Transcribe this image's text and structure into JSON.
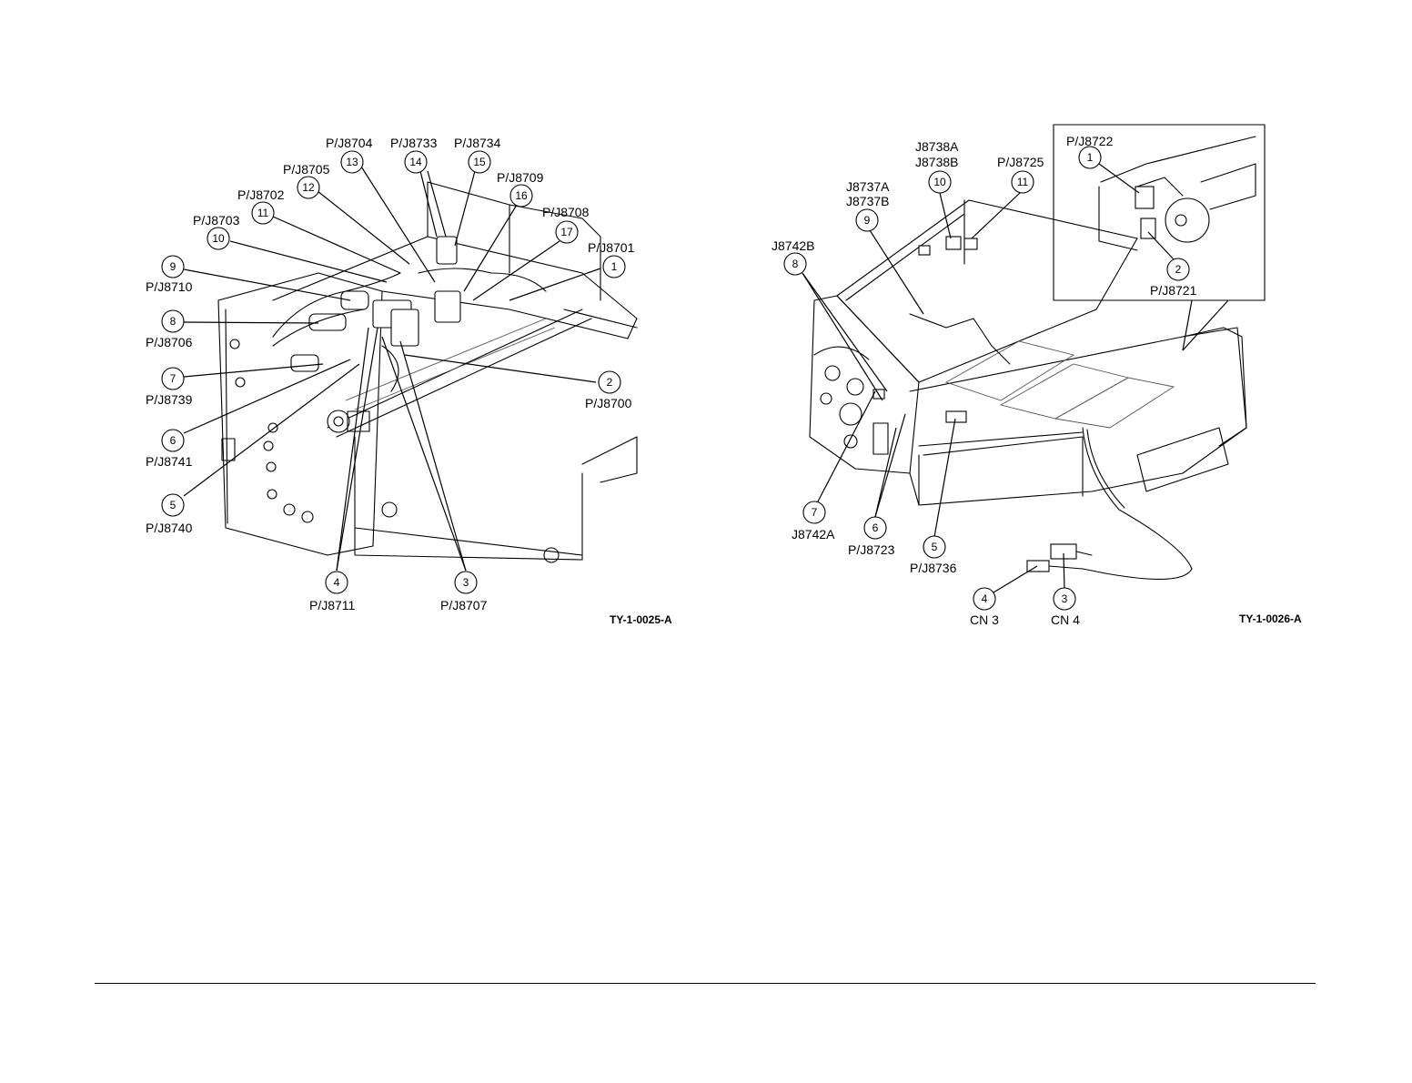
{
  "figures": [
    {
      "id": "TY-1-0025-A",
      "callouts": [
        {
          "num": "1",
          "label": "P/J8701"
        },
        {
          "num": "2",
          "label": "P/J8700"
        },
        {
          "num": "3",
          "label": "P/J8707"
        },
        {
          "num": "4",
          "label": "P/J8711"
        },
        {
          "num": "5",
          "label": "P/J8740"
        },
        {
          "num": "6",
          "label": "P/J8741"
        },
        {
          "num": "7",
          "label": "P/J8739"
        },
        {
          "num": "8",
          "label": "P/J8706"
        },
        {
          "num": "9",
          "label": "P/J8710"
        },
        {
          "num": "10",
          "label": "P/J8703"
        },
        {
          "num": "11",
          "label": "P/J8702"
        },
        {
          "num": "12",
          "label": "P/J8705"
        },
        {
          "num": "13",
          "label": "P/J8704"
        },
        {
          "num": "14",
          "label": "P/J8733"
        },
        {
          "num": "15",
          "label": "P/J8734"
        },
        {
          "num": "16",
          "label": "P/J8709"
        },
        {
          "num": "17",
          "label": "P/J8708"
        }
      ]
    },
    {
      "id": "TY-1-0026-A",
      "callouts": [
        {
          "num": "1",
          "label": "P/J8722"
        },
        {
          "num": "2",
          "label": "P/J8721"
        },
        {
          "num": "3",
          "label": "CN 4"
        },
        {
          "num": "4",
          "label": "CN 3"
        },
        {
          "num": "5",
          "label": "P/J8736"
        },
        {
          "num": "6",
          "label": "P/J8723"
        },
        {
          "num": "7",
          "label": "J8742A"
        },
        {
          "num": "8",
          "label": "J8742B"
        },
        {
          "num": "9",
          "label": "J8737A",
          "label2": "J8737B"
        },
        {
          "num": "10",
          "label": "J8738A",
          "label2": "J8738B"
        },
        {
          "num": "11",
          "label": "P/J8725"
        }
      ]
    }
  ]
}
